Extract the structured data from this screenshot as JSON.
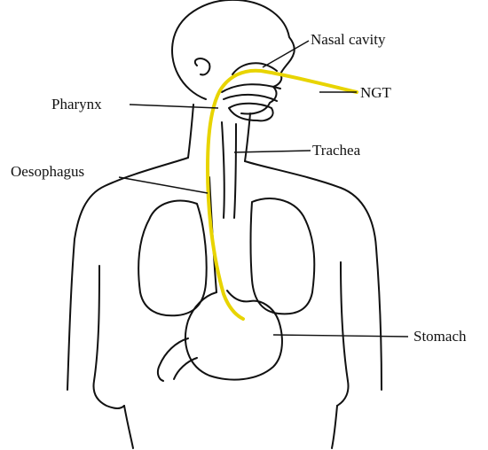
{
  "labels": {
    "nasal_cavity": "Nasal cavity",
    "ngt": "NGT",
    "pharynx": "Pharynx",
    "trachea": "Trachea",
    "oesophagus": "Oesophagus",
    "stomach": "Stomach"
  },
  "colors": {
    "outline": "#111111",
    "tube": "#e8d400",
    "background": "#ffffff"
  }
}
